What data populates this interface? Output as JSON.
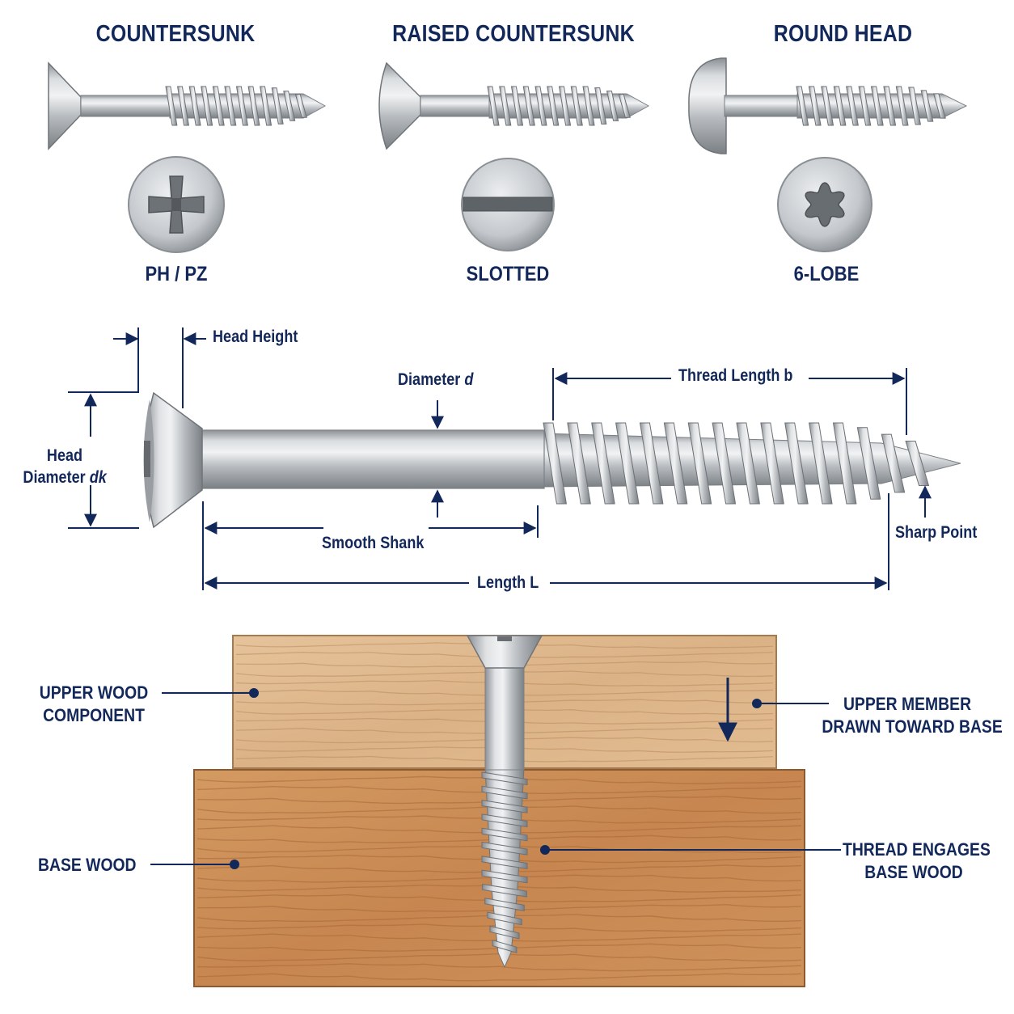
{
  "screw_types": [
    {
      "title": "COUNTERSUNK",
      "drive": "PH / PZ",
      "drive_icon": "phillips-drive-icon"
    },
    {
      "title": "RAISED COUNTERSUNK",
      "drive": "SLOTTED",
      "drive_icon": "slotted-drive-icon"
    },
    {
      "title": "ROUND HEAD",
      "drive": "6-LOBE",
      "drive_icon": "torx-drive-icon"
    }
  ],
  "dimensions": {
    "head_height": "Head Height",
    "head_diameter_line1": "Head",
    "head_diameter_line2": "Diameter",
    "head_diameter_symbol": "dk",
    "diameter": "Diameter",
    "diameter_symbol": "d",
    "thread_length": "Thread Length b",
    "smooth_shank": "Smooth Shank",
    "length": "Length L",
    "sharp_point": "Sharp Point"
  },
  "assembly": {
    "upper_wood_line1": "UPPER WOOD",
    "upper_wood_line2": "COMPONENT",
    "base_wood": "BASE WOOD",
    "upper_member_line1": "UPPER MEMBER",
    "upper_member_line2": "DRAWN TOWARD BASE",
    "thread_engages_line1": "THREAD ENGAGES",
    "thread_engages_line2": "BASE WOOD"
  },
  "colors": {
    "label_navy": "#13285a",
    "steel_light": "#e4e6e8",
    "steel_mid": "#b9bdc1",
    "steel_dark": "#7e8388",
    "wood_upper": "#ddb68a",
    "wood_base": "#c98a55"
  }
}
